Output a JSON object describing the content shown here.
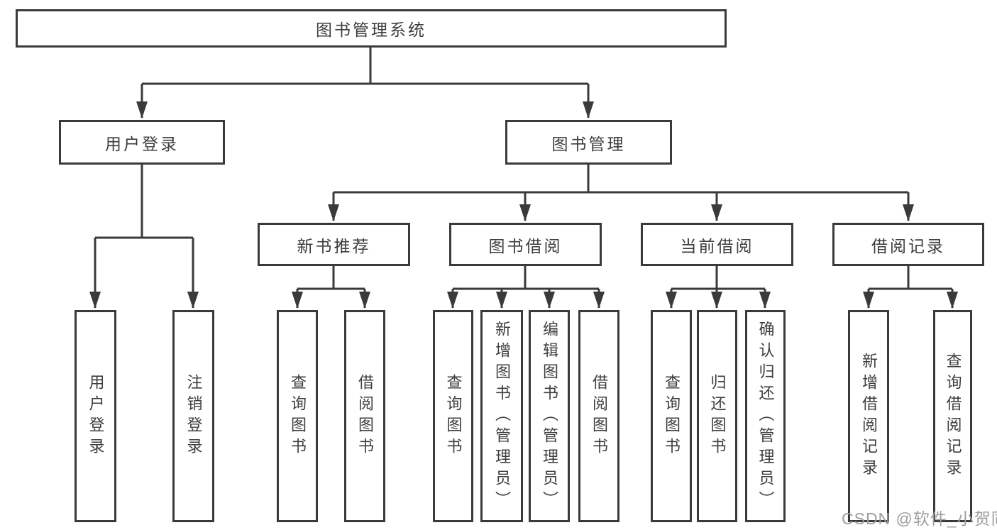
{
  "diagram": {
    "root": "图书管理系统",
    "children": [
      {
        "label": "用户登录",
        "children": [
          "用户登录",
          "注销登录"
        ]
      },
      {
        "label": "图书管理",
        "children": [
          {
            "label": "新书推荐",
            "children": [
              "查询图书",
              "借阅图书"
            ]
          },
          {
            "label": "图书借阅",
            "children": [
              "查询图书",
              "新增图书（管理员）",
              "编辑图书（管理员）",
              "借阅图书"
            ]
          },
          {
            "label": "当前借阅",
            "children": [
              "查询图书",
              "归还图书",
              "确认归还（管理员）"
            ]
          },
          {
            "label": "借阅记录",
            "children": [
              "新增借阅记录",
              "查询借阅记录"
            ]
          }
        ]
      }
    ],
    "watermark": "CSDN @软件_小贺同学",
    "colors": {
      "line": "#3a3a3a",
      "text": "#3e3e3e",
      "watermark": "#9e9e9e",
      "node_bg": "#ffffff",
      "page_bg": "#ffffff"
    }
  }
}
